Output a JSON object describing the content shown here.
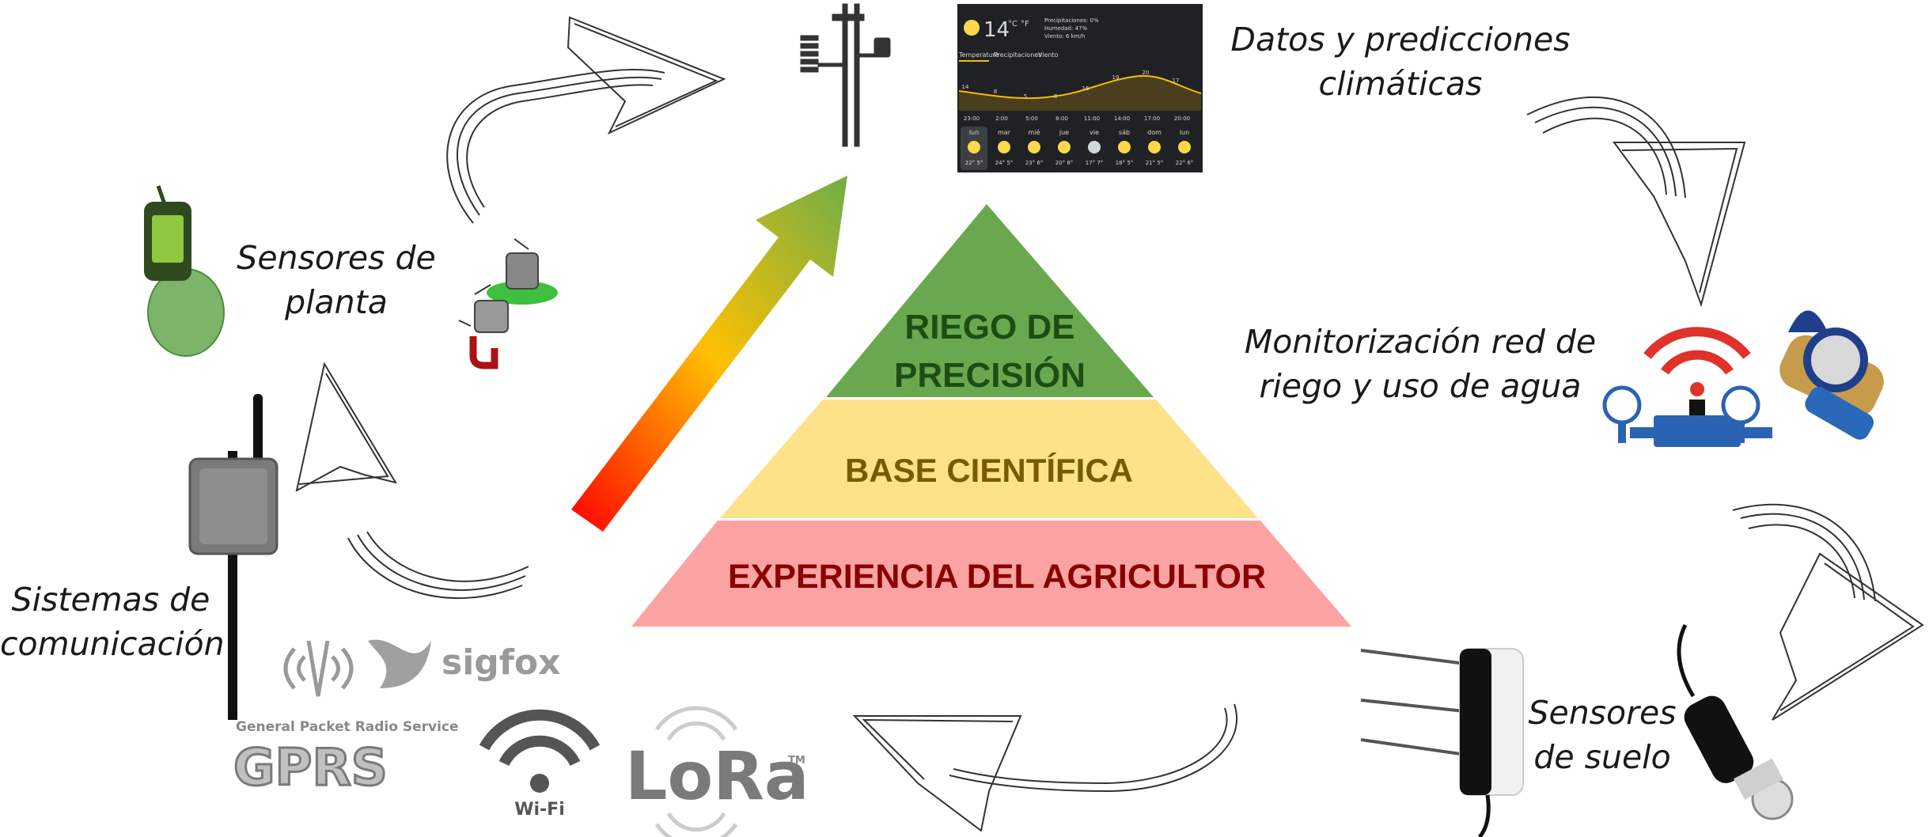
{
  "pyramid": {
    "top_line1": "RIEGO DE",
    "top_line2": "PRECISIÓN",
    "middle": "BASE CIENTÍFICA",
    "bottom": "EXPERIENCIA DEL AGRICULTOR",
    "colors": {
      "top": "#6aa84f",
      "middle": "#fde28a",
      "bottom": "#fba3a3",
      "top_text": "#1e4d14",
      "middle_text": "#7a5a00",
      "bottom_text": "#8a0000"
    }
  },
  "captions": {
    "climate": {
      "line1": "Datos y predicciones",
      "line2": "climáticas"
    },
    "plant": {
      "line1": "Sensores de",
      "line2": "planta"
    },
    "water": {
      "line1": "Monitorización red de",
      "line2": "riego y uso de agua"
    },
    "comm": {
      "line1": "Sistemas de",
      "line2": "comunicación"
    },
    "soil": {
      "line1": "Sensores",
      "line2": "de suelo"
    }
  },
  "logos": {
    "sigfox": "sigfox",
    "gprs_sub": "General Packet Radio Service",
    "gprs": "GPRS",
    "wifi": "Wi-Fi",
    "lora": "LoRa",
    "lora_tm": "TM"
  },
  "weather": {
    "temp": "14",
    "unit": "°C",
    "alt_unit": "°F",
    "details": [
      "Precipitaciones: 0%",
      "Humedad: 47%",
      "Viento: 6 km/h"
    ],
    "tabs": [
      "Temperatura",
      "Precipitaciones",
      "Viento"
    ],
    "curve_labels": [
      "14",
      "8",
      "5",
      "8",
      "16",
      "19",
      "20",
      "17"
    ],
    "hours": [
      "23:00",
      "2:00",
      "5:00",
      "8:00",
      "11:00",
      "14:00",
      "17:00",
      "20:00"
    ],
    "days": [
      "lun",
      "mar",
      "mié",
      "jue",
      "vie",
      "sáb",
      "dom",
      "lun"
    ],
    "ranges": [
      "22° 5°",
      "24° 5°",
      "23° 6°",
      "20° 8°",
      "17° 7°",
      "18° 5°",
      "21° 5°",
      "22° 6°"
    ]
  }
}
